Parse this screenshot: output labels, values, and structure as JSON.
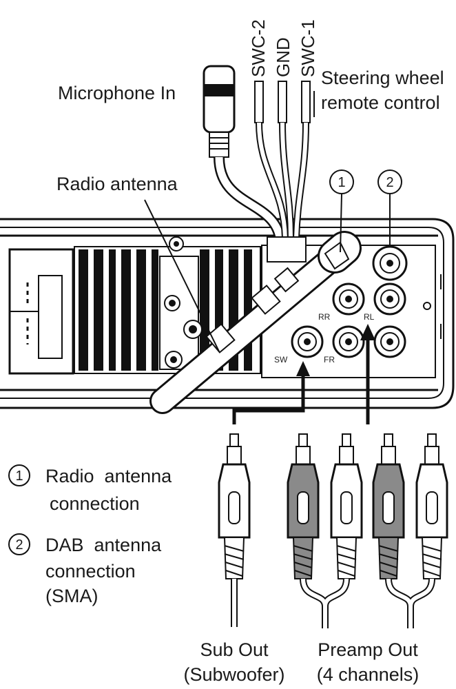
{
  "labels": {
    "swc2": "SWC-2",
    "gnd": "GND",
    "swc1": "SWC-1",
    "steering_line1": "Steering wheel",
    "steering_line2": "remote control",
    "microphone_in": "Microphone In",
    "radio_antenna": "Radio antenna",
    "callout_1": "1",
    "callout_2": "2",
    "port_rr": "RR",
    "port_rl": "RL",
    "port_sw": "SW",
    "port_fr": "FR",
    "sub_out_line1": "Sub Out",
    "sub_out_line2": "(Subwoofer)",
    "preamp_out_line1": "Preamp Out",
    "preamp_out_line2": "(4 channels)"
  },
  "legend": [
    {
      "number": "1",
      "line1": "Radio  antenna",
      "line2": "connection",
      "line3": ""
    },
    {
      "number": "2",
      "line1": "DAB  antenna",
      "line2": "connection",
      "line3": "(SMA)"
    }
  ],
  "colors": {
    "line": "#111111",
    "rca_light": "#ffffff",
    "rca_dark": "#8a8a8a",
    "unit_fill": "#ffffff"
  }
}
